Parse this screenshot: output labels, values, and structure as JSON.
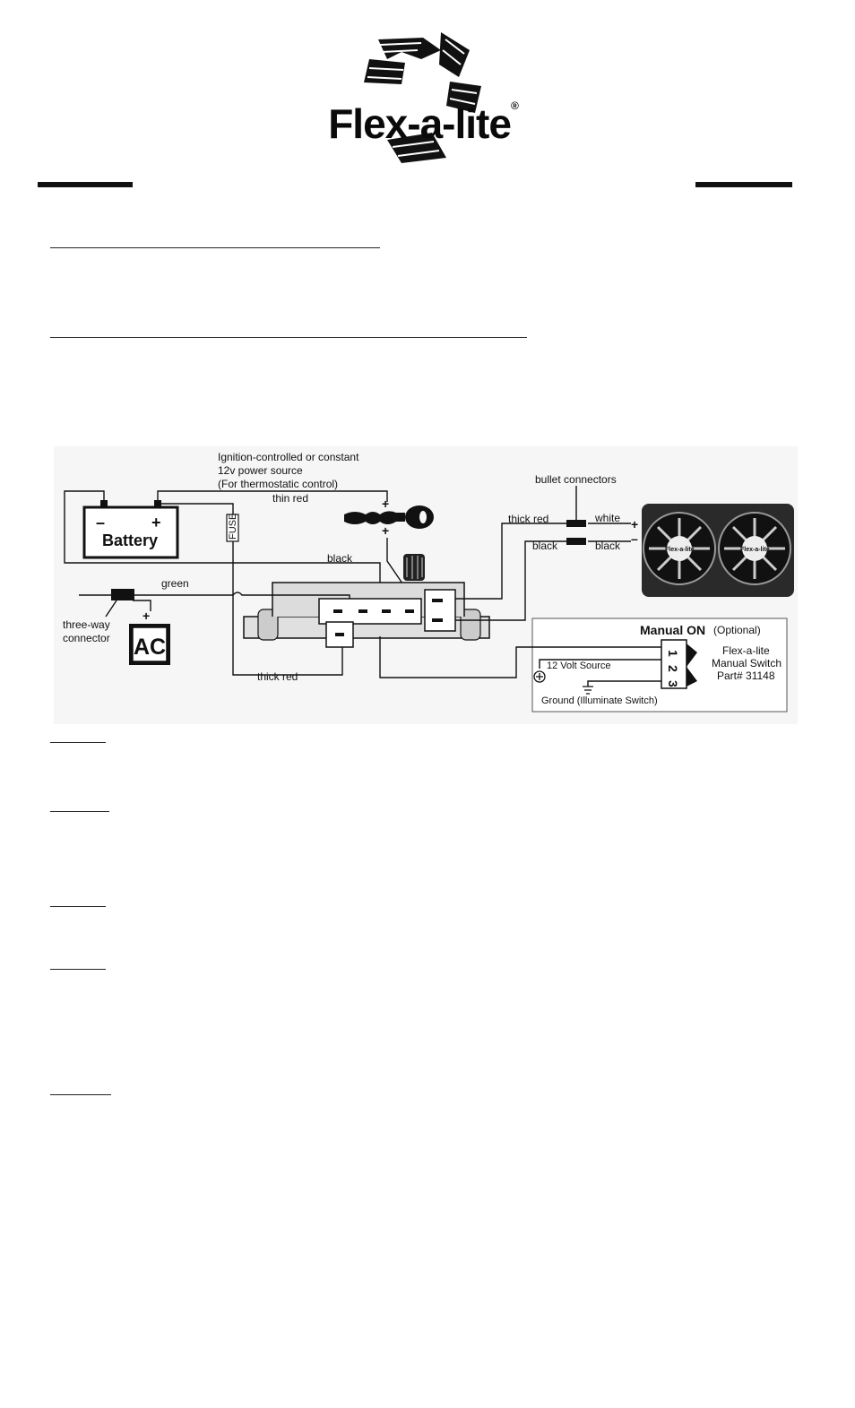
{
  "logo": {
    "brand": "Flex-a-lite",
    "registered": "®"
  },
  "diagram": {
    "power_source_lines": [
      "Ignition-controlled or constant",
      "12v power source",
      "(For thermostatic control)"
    ],
    "thin_red": "thin red",
    "battery": "Battery",
    "fuse": "FUSE",
    "black_wire": "black",
    "green_wire": "green",
    "three_way_lines": [
      "three-way",
      "connector"
    ],
    "ac": "AC",
    "thick_red_bottom": "thick red",
    "bullet_connectors": "bullet connectors",
    "thick_red_right": "thick red",
    "white": "white",
    "black_left": "black",
    "black_right": "black",
    "plus": "+",
    "minus": "–",
    "fan_label": "Flex-a-lite",
    "manual_on": "Manual ON",
    "optional": "(Optional)",
    "switch_lines": [
      "Flex-a-lite",
      "Manual Switch",
      "Part# 31148"
    ],
    "volt_source": "12 Volt Source",
    "ground": "Ground (Illuminate Switch)",
    "pins": [
      "1",
      "2",
      "3"
    ]
  }
}
